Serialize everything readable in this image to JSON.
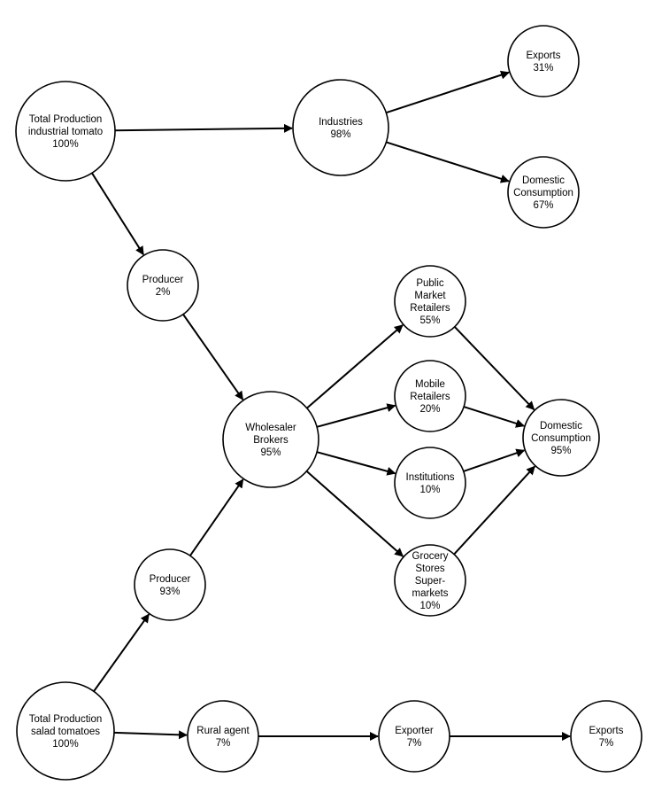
{
  "nodes": [
    {
      "id": "total-industrial",
      "lines": [
        "Total Production",
        "industrial tomato",
        "100%"
      ]
    },
    {
      "id": "industries",
      "lines": [
        "Industries",
        "98%"
      ]
    },
    {
      "id": "exports-top",
      "lines": [
        "Exports",
        "31%"
      ]
    },
    {
      "id": "domestic-top",
      "lines": [
        "Domestic",
        "Consumption",
        "67%"
      ]
    },
    {
      "id": "producer-2",
      "lines": [
        "Producer",
        "2%"
      ]
    },
    {
      "id": "wholesaler",
      "lines": [
        "Wholesaler",
        "Brokers",
        "95%"
      ]
    },
    {
      "id": "public-market",
      "lines": [
        "Public",
        "Market",
        "Retailers",
        "55%"
      ]
    },
    {
      "id": "mobile-retailers",
      "lines": [
        "Mobile",
        "Retailers",
        "20%"
      ]
    },
    {
      "id": "institutions",
      "lines": [
        "Institutions",
        "10%"
      ]
    },
    {
      "id": "grocery",
      "lines": [
        "Grocery",
        "Stores",
        "Super-",
        "markets",
        "10%"
      ]
    },
    {
      "id": "domestic-mid",
      "lines": [
        "Domestic",
        "Consumption",
        "95%"
      ]
    },
    {
      "id": "producer-93",
      "lines": [
        "Producer",
        "93%"
      ]
    },
    {
      "id": "total-salad",
      "lines": [
        "Total Production",
        "salad tomatoes",
        "100%"
      ]
    },
    {
      "id": "rural-agent",
      "lines": [
        "Rural agent",
        "7%"
      ]
    },
    {
      "id": "exporter",
      "lines": [
        "Exporter",
        "7%"
      ]
    },
    {
      "id": "exports-bottom",
      "lines": [
        "Exports",
        "7%"
      ]
    }
  ],
  "edges": [
    {
      "from": "total-industrial",
      "to": "industries"
    },
    {
      "from": "industries",
      "to": "exports-top"
    },
    {
      "from": "industries",
      "to": "domestic-top"
    },
    {
      "from": "total-industrial",
      "to": "producer-2"
    },
    {
      "from": "producer-2",
      "to": "wholesaler"
    },
    {
      "from": "total-salad",
      "to": "producer-93"
    },
    {
      "from": "producer-93",
      "to": "wholesaler"
    },
    {
      "from": "wholesaler",
      "to": "public-market"
    },
    {
      "from": "wholesaler",
      "to": "mobile-retailers"
    },
    {
      "from": "wholesaler",
      "to": "institutions"
    },
    {
      "from": "wholesaler",
      "to": "grocery"
    },
    {
      "from": "public-market",
      "to": "domestic-mid"
    },
    {
      "from": "mobile-retailers",
      "to": "domestic-mid"
    },
    {
      "from": "institutions",
      "to": "domestic-mid"
    },
    {
      "from": "grocery",
      "to": "domestic-mid"
    },
    {
      "from": "total-salad",
      "to": "rural-agent"
    },
    {
      "from": "rural-agent",
      "to": "exporter"
    },
    {
      "from": "exporter",
      "to": "exports-bottom"
    }
  ],
  "colors": {
    "stroke": "#000000",
    "fill": "#ffffff",
    "text": "#000000"
  }
}
